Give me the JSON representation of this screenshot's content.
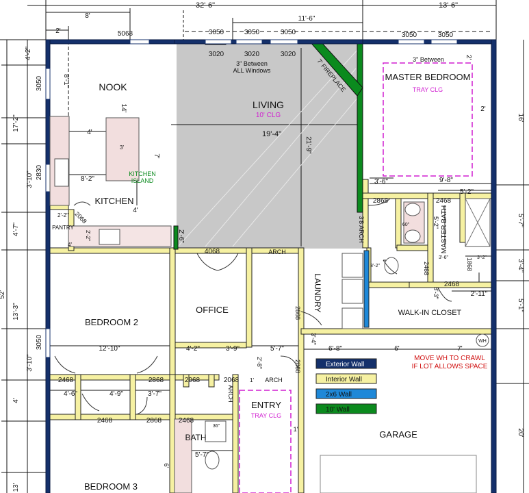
{
  "rooms": {
    "nook": "NOOK",
    "living": "LIVING",
    "living_note": "10' CLG",
    "kitchen": "KITCHEN",
    "kitchen_island": [
      "KITCHEN",
      "ISLAND"
    ],
    "pantry": "PANTRY",
    "master_bedroom": "MASTER BEDROOM",
    "master_note": "TRAY CLG",
    "master_bath": "MASTER BATH",
    "laundry": "LAUNDRY",
    "walk_in_closet": "WALK-IN CLOSET",
    "bedroom2": "BEDROOM 2",
    "office": "OFFICE",
    "entry": "ENTRY",
    "entry_note": "TRAY CLG",
    "garage": "GARAGE",
    "bath": "BATH",
    "bedroom3": "BEDROOM 3",
    "fireplace": "7' FIREPLACE",
    "arch": "ARCH",
    "arch_38": "3'8 ARCH",
    "wh": "WH"
  },
  "notes": {
    "windows_between": [
      "3\" Between",
      "ALL Windows"
    ],
    "master_between": "3\" Between",
    "wh_note": [
      "MOVE WH TO CRAWL",
      "IF LOT ALLOWS SPACE"
    ]
  },
  "legend": [
    {
      "label": "Exterior Wall",
      "color": "#14306b"
    },
    {
      "label": "Interior Wall",
      "color": "#f6f1a2"
    },
    {
      "label": "2x6 Wall",
      "color": "#1e88d8"
    },
    {
      "label": "10' Wall",
      "color": "#0b8a1e"
    }
  ],
  "colors": {
    "exterior": "#14306b",
    "interior": "#f6f1a2",
    "wall2x6": "#1e88d8",
    "wall10": "#0b8a1e",
    "living_floor": "#c8c8c8",
    "tray": "#d11fd1",
    "green_text": "#0b8a1e",
    "red_text": "#d01010"
  },
  "dims": {
    "top_a": "32'-6\"",
    "top_b": "13'-6\"",
    "d8": "8'",
    "d2": "2'",
    "d116": "11'-6\"",
    "left_42": "4'-2\"",
    "left_172": "17'-2\"",
    "left_310a": "3'-10\"",
    "left_47": "4'-7\"",
    "left_52": "52'",
    "left_133": "13'-3\"",
    "left_310b": "3'-10\"",
    "left_4": "4'",
    "left_13": "13'",
    "right_16": "16'",
    "right_57": "5'-7\"",
    "right_34": "3'-4\"",
    "right_51": "5'-1\"",
    "right_20": "20'",
    "nook_81": "8'-1\"",
    "nook_14": "14'",
    "k4": "4'",
    "k82": "8'-2\"",
    "k7": "7'",
    "k3": "3'",
    "k4b": "4'",
    "k26": "2'-6\"",
    "p22": "2'-2\"",
    "p22b": "2'-2\"",
    "p4": "4'",
    "liv_194": "19'-4\"",
    "liv_219": "21'-9\"",
    "m2a": "2'",
    "m2b": "2'",
    "m98": "9'-8\"",
    "m36": "3'-6\"",
    "m52a": "5'-2\"",
    "m52b": "5'-2\"",
    "m60": "60\"",
    "m36b": "3'-6\"",
    "m32": "3'-2\"",
    "m32b": "3'-2\"",
    "m83": "8'-3\"",
    "m211": "2'-11\"",
    "b2_1210": "12'-10\"",
    "o42": "4'-2\"",
    "o39": "3'-9\"",
    "o57": "5'-7\"",
    "h46": "4'-6\"",
    "h49": "4'-9\"",
    "h37": "3'-7\"",
    "e28": "2'-8\"",
    "e1": "1'",
    "e1b": "1'",
    "g68": "6'-8\"",
    "g6": "6'",
    "g7": "7'",
    "g34": "3'-4\"",
    "b57": "5'-7\"",
    "b6": "6'",
    "b36": "36\""
  },
  "openings": {
    "w3050a": "3050",
    "w3050b": "3050",
    "w3050c": "3050",
    "w3050d": "3050",
    "w3050e": "3050",
    "w3020a": "3020",
    "w3020b": "3020",
    "w3020c": "3020",
    "d5068": "5068",
    "w3050_left": "3050",
    "w2830": "2830",
    "d2068_pantry": "2068",
    "d2868_mb": "2868",
    "d2468_mb": "2468",
    "d2468_wc": "2468",
    "d2468_wic": "2468",
    "d1868": "1868",
    "d4068": "4068",
    "d2868_laundry": "2868",
    "d2868_entry": "2868",
    "w3050_b2": "3050",
    "d2468_b2": "2468",
    "d2868_h": "2868",
    "d2068_a": "2068",
    "d2068_b": "2068",
    "d2468_b3": "2468",
    "d2868_b3": "2868",
    "d2468_bath": "2468"
  }
}
